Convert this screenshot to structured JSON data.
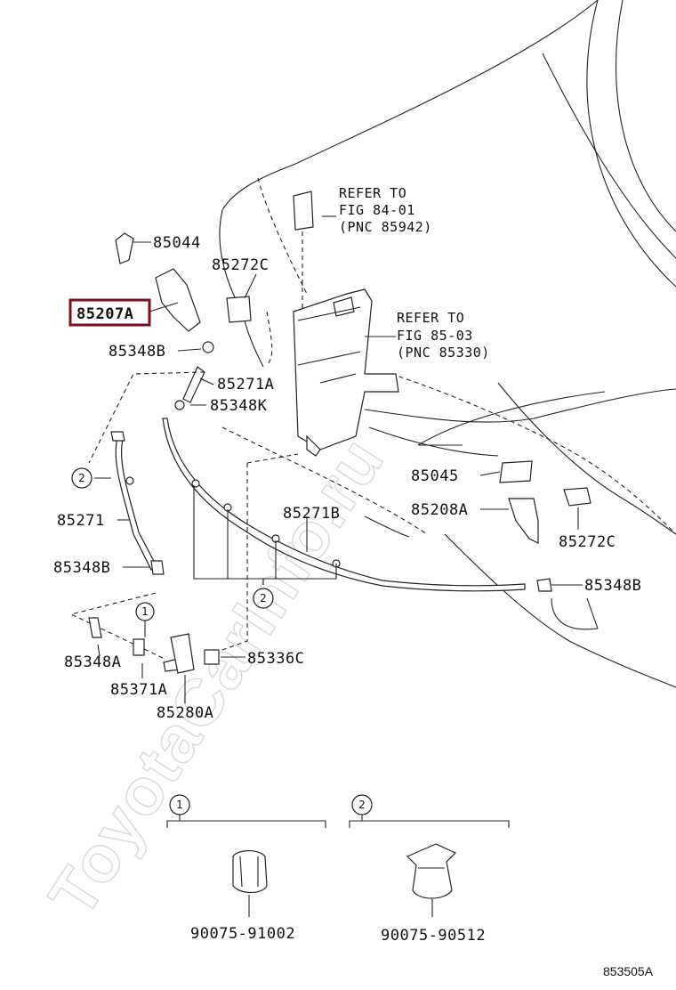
{
  "watermark": "ToyotaCarInfo.ru",
  "figure_code": "853505A",
  "highlighted_part": "85207A",
  "references": [
    {
      "lines": [
        "REFER TO",
        "FIG 84-01",
        "(PNC 85942)"
      ]
    },
    {
      "lines": [
        "REFER TO",
        "FIG 85-03",
        "(PNC 85330)"
      ]
    }
  ],
  "parts": [
    "85044",
    "85272C",
    "85207A",
    "85348B",
    "85271A",
    "85348K",
    "85271",
    "85348B",
    "85045",
    "85208A",
    "85272C",
    "85271B",
    "85348B",
    "85348A",
    "85371A",
    "85280A",
    "85336C",
    "90075-91002",
    "90075-90512"
  ],
  "clip_callouts": [
    "1",
    "2"
  ]
}
